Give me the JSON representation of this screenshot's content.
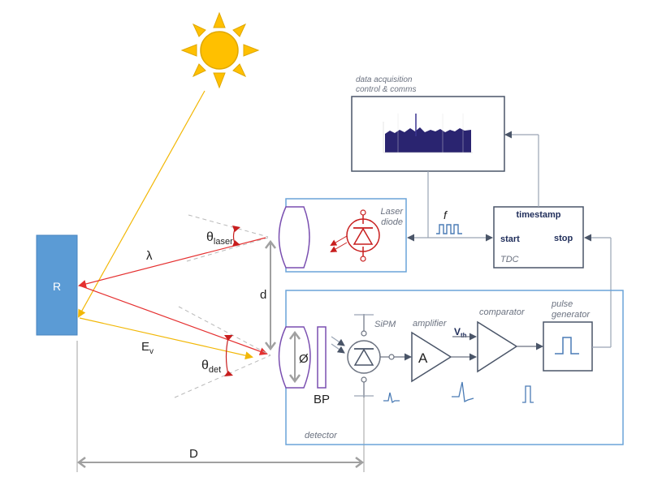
{
  "title": "Laser ranging system block diagram",
  "colors": {
    "target": "#5b9bd5",
    "sun": "#ffc000",
    "sun_stroke": "#e0a800",
    "laser": "#e53030",
    "ambient": "#f2b705",
    "lens": "#7a4fb0",
    "module_border": "#6aa4d9",
    "block_border": "#4a5568",
    "signal": "#4a7bb5",
    "guide": "#b0b0b0",
    "dark_text": "#1f2d5a"
  },
  "labels": {
    "target": "R",
    "wavelength": "λ",
    "theta_laser_main": "θ",
    "theta_laser_sub": "laser",
    "theta_det_main": "θ",
    "theta_det_sub": "det",
    "ambient_main": "E",
    "ambient_sub": "v",
    "separation": "d",
    "distance": "D",
    "aperture": "Ø",
    "bandpass": "BP",
    "frequency": "f",
    "laser_diode_line1": "Laser",
    "laser_diode_line2": "diode",
    "daq_line1": "data acquisition",
    "daq_line2": "control & comms",
    "tdc_timestamp": "timestamp",
    "tdc_start": "start",
    "tdc_stop": "stop",
    "tdc_name": "TDC",
    "sipm": "SiPM",
    "amplifier": "amplifier",
    "amplifier_symbol": "A",
    "vth_main": "V",
    "vth_sub": "th",
    "comparator": "comparator",
    "pulse_gen_line1": "pulse",
    "pulse_gen_line2": "generator",
    "detector": "detector"
  }
}
